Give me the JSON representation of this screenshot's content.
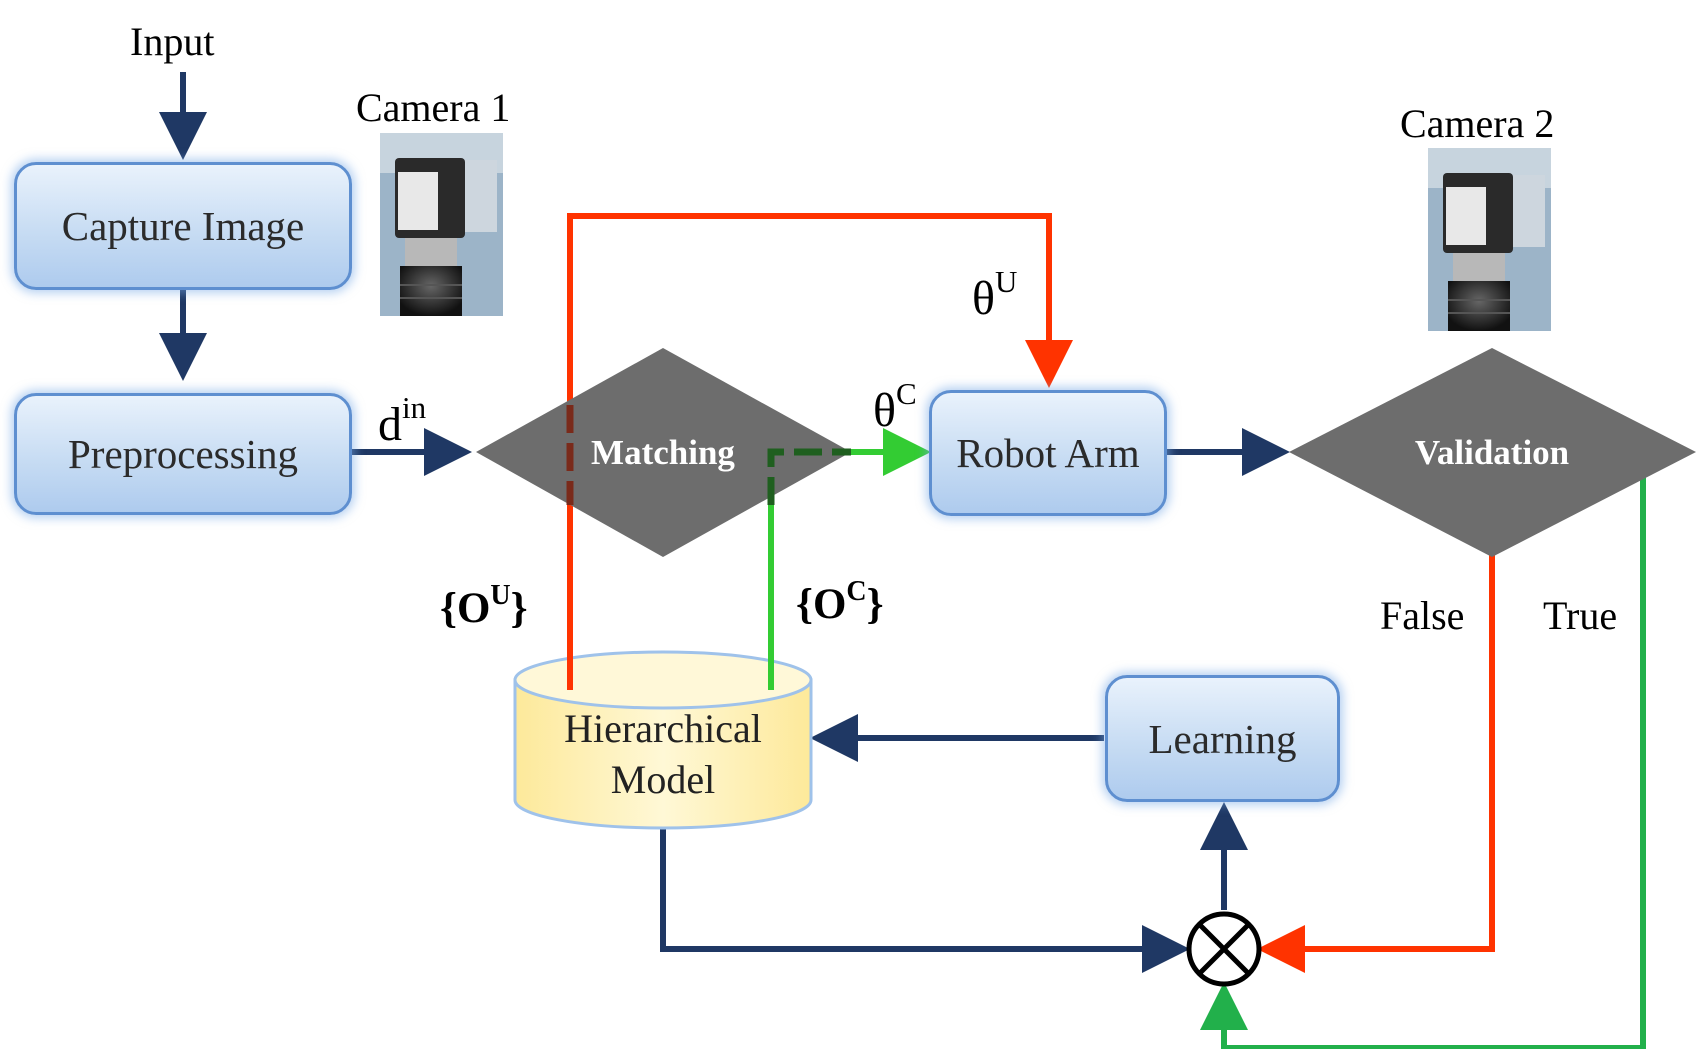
{
  "input_label": "Input",
  "camera1_label": "Camera 1",
  "camera2_label": "Camera 2",
  "boxes": {
    "capture": "Capture Image",
    "preprocessing": "Preprocessing",
    "robot_arm": "Robot Arm",
    "learning": "Learning"
  },
  "decisions": {
    "matching": "Matching",
    "validation": "Validation"
  },
  "model": {
    "line1": "Hierarchical",
    "line2": "Model"
  },
  "edge_labels": {
    "d_base": "d",
    "d_sup": "in",
    "theta_u_base": "θ",
    "theta_u_sup": "U",
    "theta_c_base": "θ",
    "theta_c_sup": "C",
    "ou_open": "{O",
    "ou_sup": "U",
    "ou_close": "}",
    "oc_open": "{O",
    "oc_sup": "C",
    "oc_close": "}",
    "false": "False",
    "true": "True"
  },
  "colors": {
    "navy": "#1f3864",
    "red": "#ff3300",
    "green": "#22b04b",
    "diamond": "#6d6d6d",
    "box_fill": "#c7dcf3",
    "cylinder_fill": "#fff3b8"
  }
}
